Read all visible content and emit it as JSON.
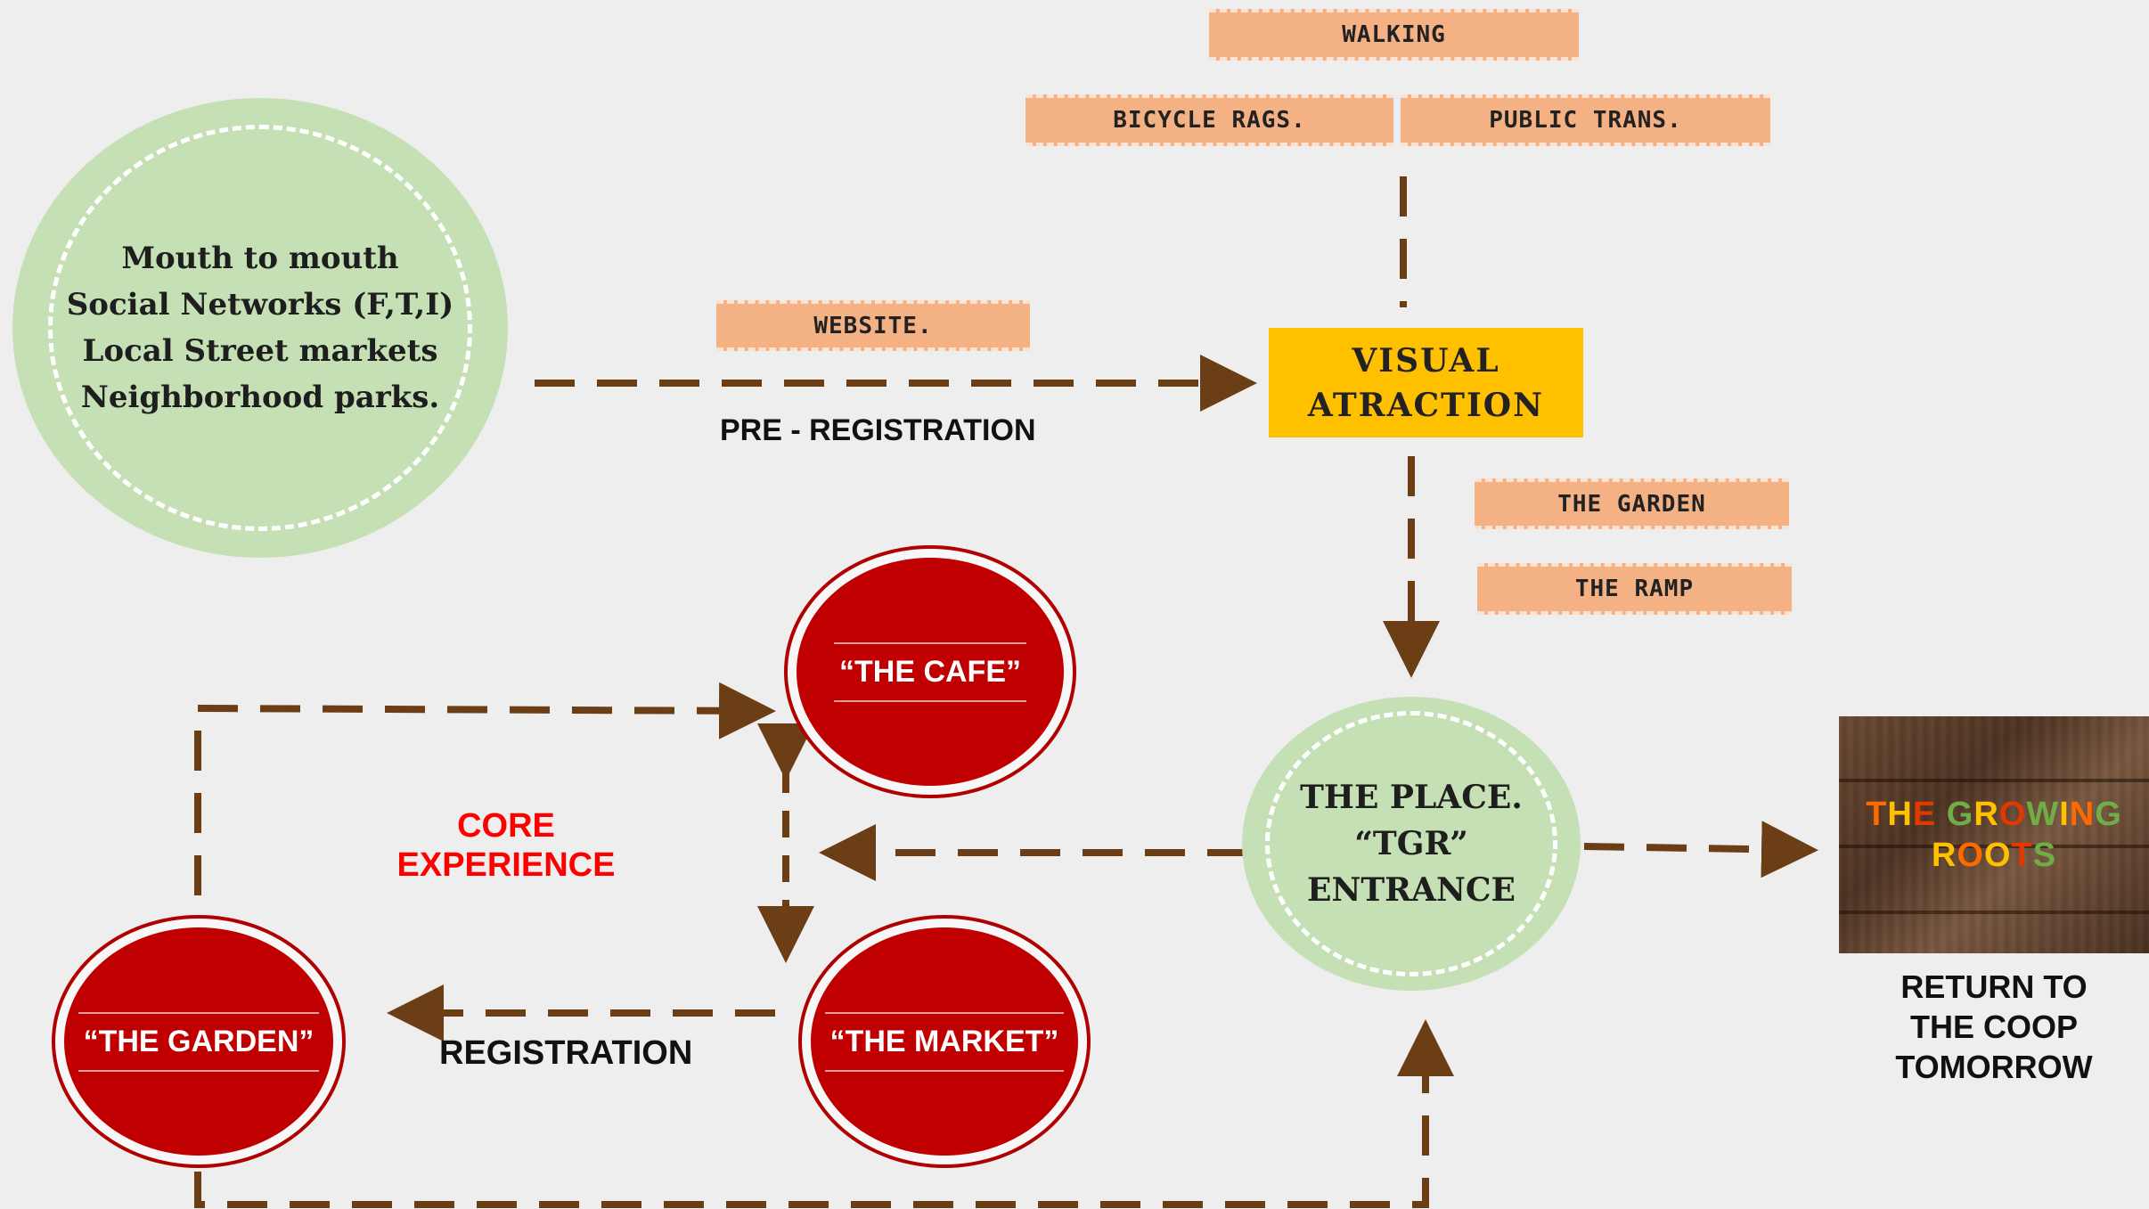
{
  "colors": {
    "background": "#eeeeee",
    "arrow": "#6b3e16",
    "green_circle": "#c5e0b4",
    "red_circle": "#c00000",
    "tag": "#f4b183",
    "visual_box": "#ffc000",
    "core_text": "#ff0000"
  },
  "channels": {
    "lines": [
      "Mouth to mouth",
      "Social Networks (F,T,I)",
      "Local Street markets",
      "Neighborhood parks."
    ]
  },
  "tags": {
    "walking": "WALKING",
    "bicycle": "BICYCLE RAGS.",
    "public_trans": "PUBLIC TRANS.",
    "website": "WEBSITE.",
    "garden": "THE GARDEN",
    "ramp": "THE RAMP"
  },
  "labels": {
    "pre_registration": "PRE - REGISTRATION",
    "registration": "REGISTRATION",
    "core_line1": "CORE",
    "core_line2": "EXPERIENCE"
  },
  "visual_attraction": {
    "line1": "VISUAL",
    "line2": "ATRACTION"
  },
  "place": {
    "line1": "THE PLACE.",
    "line2": "“TGR”",
    "line3": "ENTRANCE"
  },
  "red_circles": {
    "cafe": "“THE CAFE”",
    "market": "“THE MARKET”",
    "garden": "“THE GARDEN”"
  },
  "logo": {
    "line1": "THE GROWING",
    "line2": "ROOTS",
    "letter_colors": [
      "#ff6a00",
      "#ffc000",
      "#e03a00",
      "#70ad47",
      "#ffc000",
      "#e03a00",
      "#70ad47",
      "#ffc000",
      "#ff6a00",
      "#70ad47",
      "#ffc000"
    ]
  },
  "return": {
    "line1": "RETURN TO",
    "line2": "THE COOP",
    "line3": "TOMORROW"
  }
}
